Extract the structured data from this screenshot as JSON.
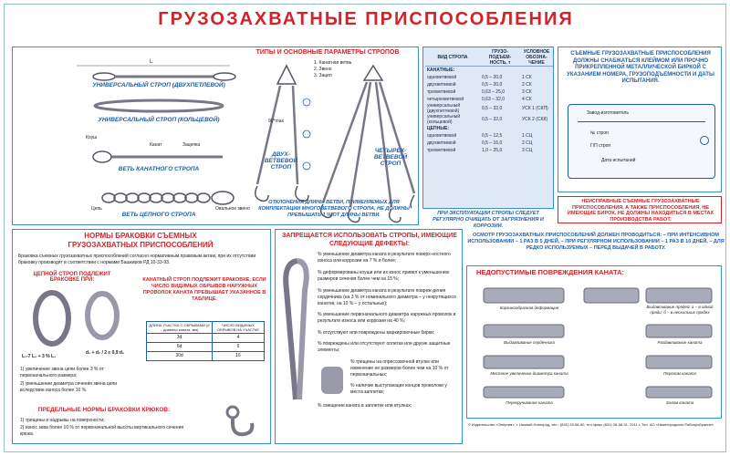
{
  "title": "ГРУЗОЗАХВАТНЫЕ ПРИСПОСОБЛЕНИЯ",
  "types": {
    "heading": "ТИПЫ И ОСНОВНЫЕ ПАРАМЕТРЫ СТРОПОВ",
    "sling_univ_double": "УНИВЕРСАЛЬНЫЙ СТРОП (ДВУХПЕТЛЕВОЙ)",
    "sling_univ_ring": "УНИВЕРСАЛЬНЫЙ СТРОП (КОЛЬЦЕВОЙ)",
    "branch_rope": "ВЕТЬ КАНАТНОГО СТРОПА",
    "branch_chain": "ВЕТЬ ЦЕПНОГО СТРОПА",
    "label_koush": "Коуш",
    "label_kanat": "Канат",
    "label_zatsep": "Зацепка",
    "label_chain": "Цепь",
    "label_link": "Овальное звено",
    "legend": [
      "1. Канатная ветвь",
      "2. Звено",
      "3. Зацеп"
    ],
    "two_branch": "ДВУХ-ВЕТВЕВОЙ СТРОП",
    "four_branch": "ЧЕТЫРЕХ-ВЕТВЕВОЙ СТРОП",
    "angle": "90°max",
    "l_label": "L",
    "deviation_note": "ОТКЛОНЕНИЯ ДЛИНЫ ВЕТВИ, ПРИМЕНЯЕМЫХ ДЛЯ КОМПЛЕКТАЦИИ МНОГОВЕТВЕВОГО СТРОПА, НЕ ДОЛЖНЫ ПРЕВЫШАТЬ 1 % ОТ ДЛИНЫ ВЕТВИ."
  },
  "params": {
    "headers": [
      "ВИД СТРОПА",
      "ГРУЗО-ПОДЪЕМ-НОСТЬ, т",
      "УСЛОВНОЕ ОБОЗНА-ЧЕНИЕ"
    ],
    "rope_title": "КАНАТНЫЕ:",
    "rope_rows": [
      [
        "одноветвевой",
        "0,5 – 20,0",
        "1 СК"
      ],
      [
        "двухветвевой",
        "0,5 – 20,0",
        "2 СК"
      ],
      [
        "трехветвевой",
        "0,63 – 25,0",
        "3 СК"
      ],
      [
        "четырехветвевой",
        "0,63 – 32,0",
        "4 СК"
      ],
      [
        "универсальный (двухпетлевой)",
        "0,5 – 32,0",
        "УСК 1 (СКП)"
      ],
      [
        "универсальный (кольцевой)",
        "0,5 – 32,0",
        "УСК 2 (СКК)"
      ]
    ],
    "chain_title": "ЦЕПНЫЕ:",
    "chain_rows": [
      [
        "одноветвевой",
        "0,5 – 12,5",
        "1 СЦ"
      ],
      [
        "двухветвевой",
        "0,5 – 16,0",
        "2 СЦ"
      ],
      [
        "трехветвевой",
        "1,0 – 25,0",
        "3 СЦ"
      ]
    ],
    "note": "ПРИ ЭКСПЛУАТАЦИИ СТРОПЫ СЛЕДУЕТ РЕГУЛЯРНО ОЧИЩАТЬ ОТ ЗАГРЯЗНЕНИЯ И КОРРОЗИИ."
  },
  "tag": {
    "heading": "СЪЕМНЫЕ ГРУЗОЗАХВАТНЫЕ ПРИСПОСОБЛЕНИЯ ДОЛЖНЫ СНАБЖАТЬСЯ КЛЕЙМОМ ИЛИ ПРОЧНО ПРИКРЕПЛЕННОЙ МЕТАЛЛИЧЕСКОЙ БИРКОЙ С УКАЗАНИЕМ НОМЕРА, ГРУЗОПОДЪЕМНОСТИ И ДАТЫ ИСПЫТАНИЯ.",
    "maker": "Завод-изготовитель",
    "num": "№ строп",
    "load": "Г/П строп",
    "date": "Дата испытаний"
  },
  "faulty": "НЕИСПРАВНЫЕ СЪЕМНЫЕ ГРУЗОЗАХВАТНЫЕ ПРИСПОСОБЛЕНИЯ, А ТАКЖЕ ПРИСПОСОБЛЕНИЯ, НЕ ИМЕЮЩИЕ БИРОК, НЕ ДОЛЖНЫ НАХОДИТЬСЯ В МЕСТАХ ПРОИЗВОДСТВА РАБОТ.",
  "norms": {
    "heading": "НОРМЫ БРАКОВКИ СЪЕМНЫХ ГРУЗОЗАХВАТНЫХ ПРИСПОСОБЛЕНИЙ",
    "intro": "Браковка съемных грузозахватных приспособлений согласно нормативным правовым актам, при их отсутствии браковку производят в соответствии с нормами Башкиров РД 10-33-93.",
    "chain_h": "ЦЕПНОЙ СТРОП ПОДЛЕЖИТ БРАКОВКЕ ПРИ:",
    "rope_h": "КАНАТНЫЙ СТРОП ПОДЛЕЖИТ БРАКОВКЕ, ЕСЛИ ЧИСЛО ВИДИМЫХ ОБРЫВОВ НАРУЖНЫХ ПРОВОЛОК КАНАТА ПРЕВЫШАЕТ УКАЗАННОЕ В ТАБЛИЦЕ.",
    "formula1": "L₁-7 L₀ + 3 % L₀",
    "formula2": "d₁ + d₂ / 2 ≤ 0,9 d₀",
    "table_h": [
      "ДЛИНА УЧАСТКА С ОБРЫВАМИ (d – диаметр каната, мм)",
      "ЧИСЛО ВИДИМЫХ ОБРЫВОВ НА УЧАСТКЕ"
    ],
    "table_rows": [
      [
        "3d",
        "4"
      ],
      [
        "6d",
        "6"
      ],
      [
        "30d",
        "16"
      ]
    ],
    "items": [
      "1) увеличение звена цепи более 3 % от первоначального размера;",
      "2) уменьшении диаметра сечения звена цепи вследствие износа более 10 %."
    ],
    "hooks_h": "ПРЕДЕЛЬНЫЕ НОРМЫ БРАКОВКИ КРЮКОВ:",
    "hooks": [
      "1) трещины и надрывы на поверхности;",
      "2) износ зева более 10 % от первоначальной высоты вертикального сечения крюка."
    ]
  },
  "forbid": {
    "heading": "ЗАПРЕЩАЕТСЯ ИСПОЛЬЗОВАТЬ СТРОПЫ, ИМЕЮЩИЕ СЛЕДУЮЩИЕ ДЕФЕКТЫ:",
    "items": [
      "% уменьшение диаметра каната в результате поверх-ностного износа или коррозии на 7 % и более;",
      "% деформированы коуши или их износ привел к уменьшению размеров сечения более чем на 15 %;",
      "% уменьшение диаметра каната в результате повреж-дения сердечника (на 3 % от номинального диаметра – у некрутящихся канатов, на 10 % – у остальных);",
      "% уменьшение первоначального диаметра наружных проволок в результате износа или коррозии на 40 %;",
      "% отсутствуют или повреждены маркировочные бирки;",
      "% повреждены или отсутствуют оплетки или другие защитные элементы;",
      "% трещины на опрессовочной втулке или изменение ее размеров более чем на 10 % от первоначальных;",
      "% наличие выступающих концов проволоки у места заплетки;",
      "% смещение каната в заплетке или втулках;"
    ]
  },
  "inspect": {
    "text": "ОСМОТР ГРУЗОЗАХВАТНЫХ ПРИСПОСОБЛЕНИЙ ДОЛЖЕН ПРОВОДИТЬСЯ: – ПРИ ИНТЕНСИВНОМ ИСПОЛЬЗОВАНИИ – 1 РАЗ В 5 ДНЕЙ, – ПРИ РЕГУЛЯРНОМ ИСПОЛЬЗОВАНИИ – 1 РАЗ В 10 ДНЕЙ, – ДЛЯ РЕДКО ИСПОЛЬЗУЕМЫХ – ПЕРЕД ВЫДАЧЕЙ В РАБОТУ."
  },
  "damage": {
    "heading": "НЕДОПУСТИМЫЕ ПОВРЕЖДЕНИЯ КАНАТА:",
    "captions": [
      "Корзинообразная деформация",
      "Выдавливание прядей: а – в одной пряди; б – в нескольких прядях",
      "Выдавливание сердечника",
      "Раздавливание каната",
      "Местное увеличение диаметра каната",
      "Перелом каната",
      "Перекручивание каната",
      "Залом каната"
    ]
  },
  "footer": "© Издательство «Энергия», г. Нижний Новгород, тел.: (831) 28-58-00, тел./факс (831) 28-58-31, 2011 г. Тел. АО «Нижегородское Рабопробрание»"
}
